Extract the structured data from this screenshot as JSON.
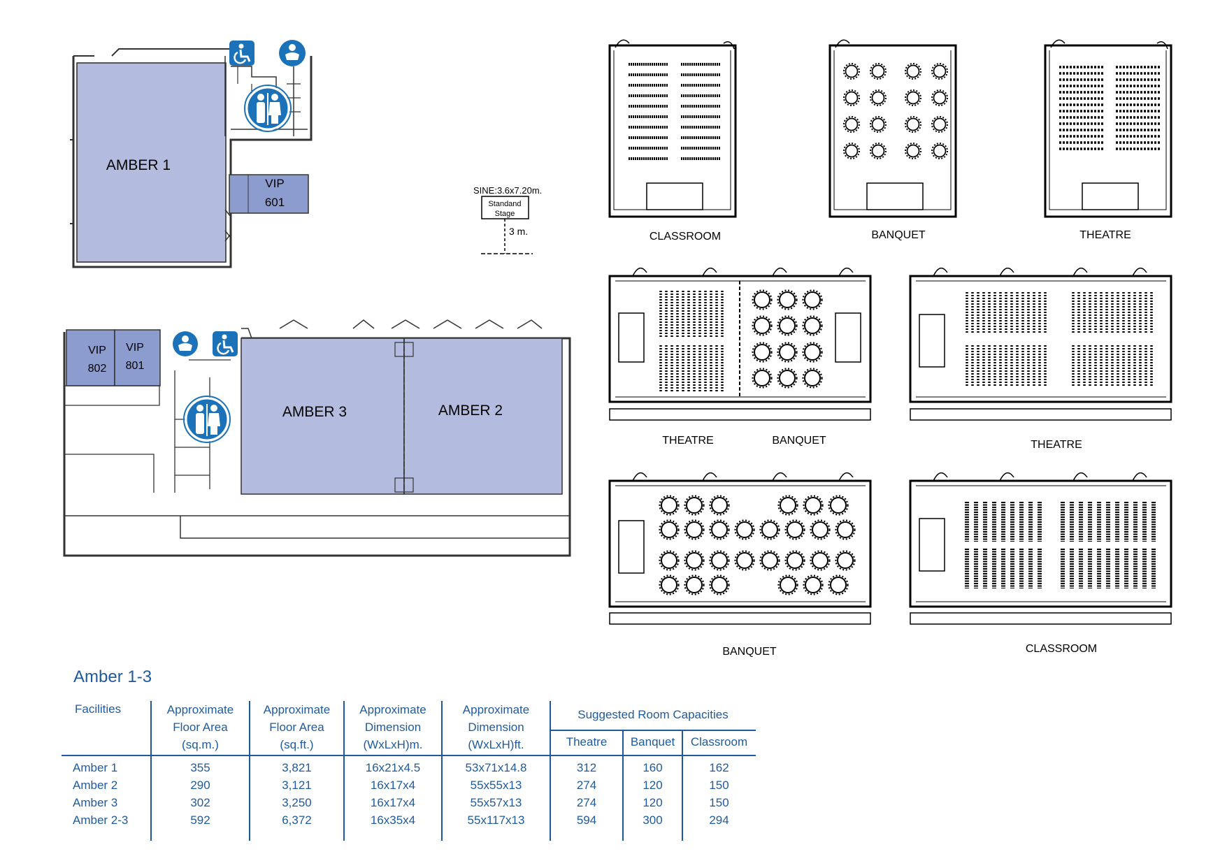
{
  "floor_plan": {
    "rooms": [
      {
        "id": "amber-1",
        "label": "AMBER 1"
      },
      {
        "id": "amber-2",
        "label": "AMBER 2"
      },
      {
        "id": "amber-3",
        "label": "AMBER 3"
      },
      {
        "id": "vip-601",
        "label_line1": "VIP",
        "label_line2": "601"
      },
      {
        "id": "vip-801",
        "label_line1": "VIP",
        "label_line2": "801"
      },
      {
        "id": "vip-802",
        "label_line1": "VIP",
        "label_line2": "802"
      }
    ],
    "stage": {
      "size_label": "SINE:3.6x7.20m.",
      "name_line1": "Standand",
      "name_line2": "Stage",
      "height_label": "3 m."
    }
  },
  "layouts": {
    "top_classroom": "CLASSROOM",
    "top_banquet": "BANQUET",
    "top_theatre": "THEATRE",
    "mid_left_theatre": "THEATRE",
    "mid_left_banquet": "BANQUET",
    "mid_right_theatre": "THEATRE",
    "bottom_banquet": "BANQUET",
    "bottom_classroom": "CLASSROOM"
  },
  "colors": {
    "room_fill": "#b3bcdf",
    "vip_fill": "#8c9ccf",
    "text_blue": "#1f5a9e",
    "icon_blue": "#1b72b8"
  },
  "table": {
    "title": "Amber 1-3",
    "headers": {
      "facilities": "Facilities",
      "floor_sqm": [
        "Approximate",
        "Floor Area",
        "(sq.m.)"
      ],
      "floor_sqft": [
        "Approximate",
        "Floor Area",
        "(sq.ft.)"
      ],
      "dim_m": [
        "Approximate",
        "Dimension",
        "(WxLxH)m."
      ],
      "dim_ft": [
        "Approximate",
        "Dimension",
        "(WxLxH)ft."
      ],
      "suggested": "Suggested Room Capacities",
      "theatre": "Theatre",
      "banquet": "Banquet",
      "classroom": "Classroom"
    },
    "rows": [
      {
        "name": "Amber 1",
        "sqm": "355",
        "sqft": "3,821",
        "dim_m": "16x21x4.5",
        "dim_ft": "53x71x14.8",
        "theatre": "312",
        "banquet": "160",
        "classroom": "162"
      },
      {
        "name": "Amber 2",
        "sqm": "290",
        "sqft": "3,121",
        "dim_m": "16x17x4",
        "dim_ft": "55x55x13",
        "theatre": "274",
        "banquet": "120",
        "classroom": "150"
      },
      {
        "name": "Amber 3",
        "sqm": "302",
        "sqft": "3,250",
        "dim_m": "16x17x4",
        "dim_ft": "55x57x13",
        "theatre": "274",
        "banquet": "120",
        "classroom": "150"
      },
      {
        "name": "Amber 2-3",
        "sqm": "592",
        "sqft": "6,372",
        "dim_m": "16x35x4",
        "dim_ft": "55x117x13",
        "theatre": "594",
        "banquet": "300",
        "classroom": "294"
      }
    ]
  }
}
